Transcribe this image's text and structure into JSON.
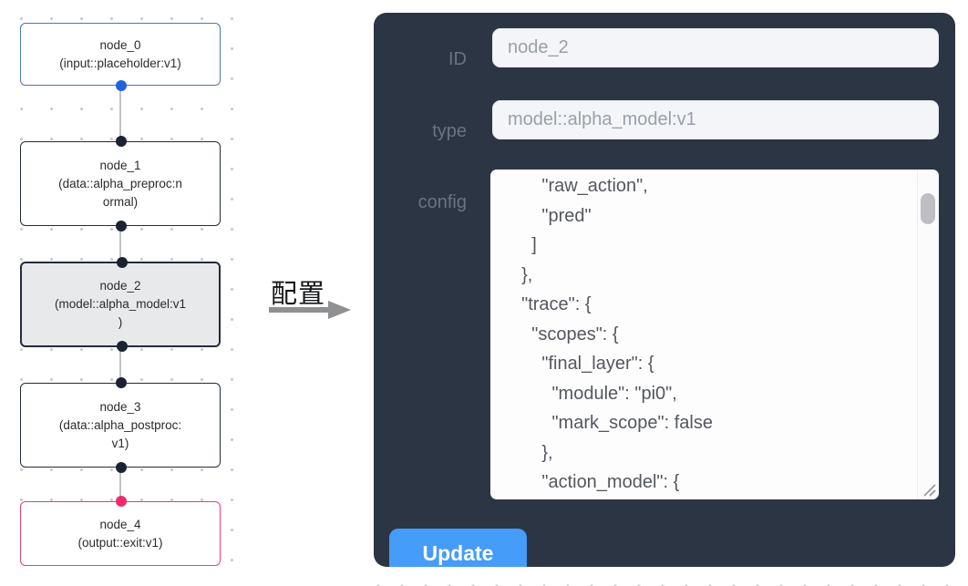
{
  "canvas": {
    "nodes": [
      {
        "title": "node_0",
        "subtitle": "(input::placeholder:v1)",
        "kind": "input",
        "selected": false
      },
      {
        "title": "node_1",
        "subtitle": "(data::alpha_preproc:n\normal)",
        "kind": "data",
        "selected": false
      },
      {
        "title": "node_2",
        "subtitle": "(model::alpha_model:v1\n)",
        "kind": "model",
        "selected": true
      },
      {
        "title": "node_3",
        "subtitle": "(data::alpha_postproc:\nv1)",
        "kind": "data",
        "selected": false
      },
      {
        "title": "node_4",
        "subtitle": "(output::exit:v1)",
        "kind": "output",
        "selected": false
      }
    ]
  },
  "annotation": {
    "text": "配置"
  },
  "panel": {
    "id_field": {
      "label": "ID",
      "value": "node_2"
    },
    "type_field": {
      "label": "type",
      "value": "model::alpha_model:v1"
    },
    "config_field": {
      "label": "config",
      "lines": [
        "      \"raw_action\",",
        "      \"pred\"",
        "    ]",
        "  },",
        "  \"trace\": {",
        "    \"scopes\": {",
        "      \"final_layer\": {",
        "        \"module\": \"pi0\",",
        "        \"mark_scope\": false",
        "      },",
        "      \"action_model\": {"
      ]
    },
    "update_button": "Update"
  },
  "colors": {
    "panel_bg": "#2c3544",
    "button_blue": "#459cf9",
    "input_node_border": "#4a73c8",
    "default_node_border": "#232c3c",
    "output_node_border": "#ea3f74",
    "port_blue": "#1f62e0",
    "port_dark": "#1b2232",
    "port_pink": "#ee2a6e",
    "selected_node_fill": "#e8e9eb"
  }
}
